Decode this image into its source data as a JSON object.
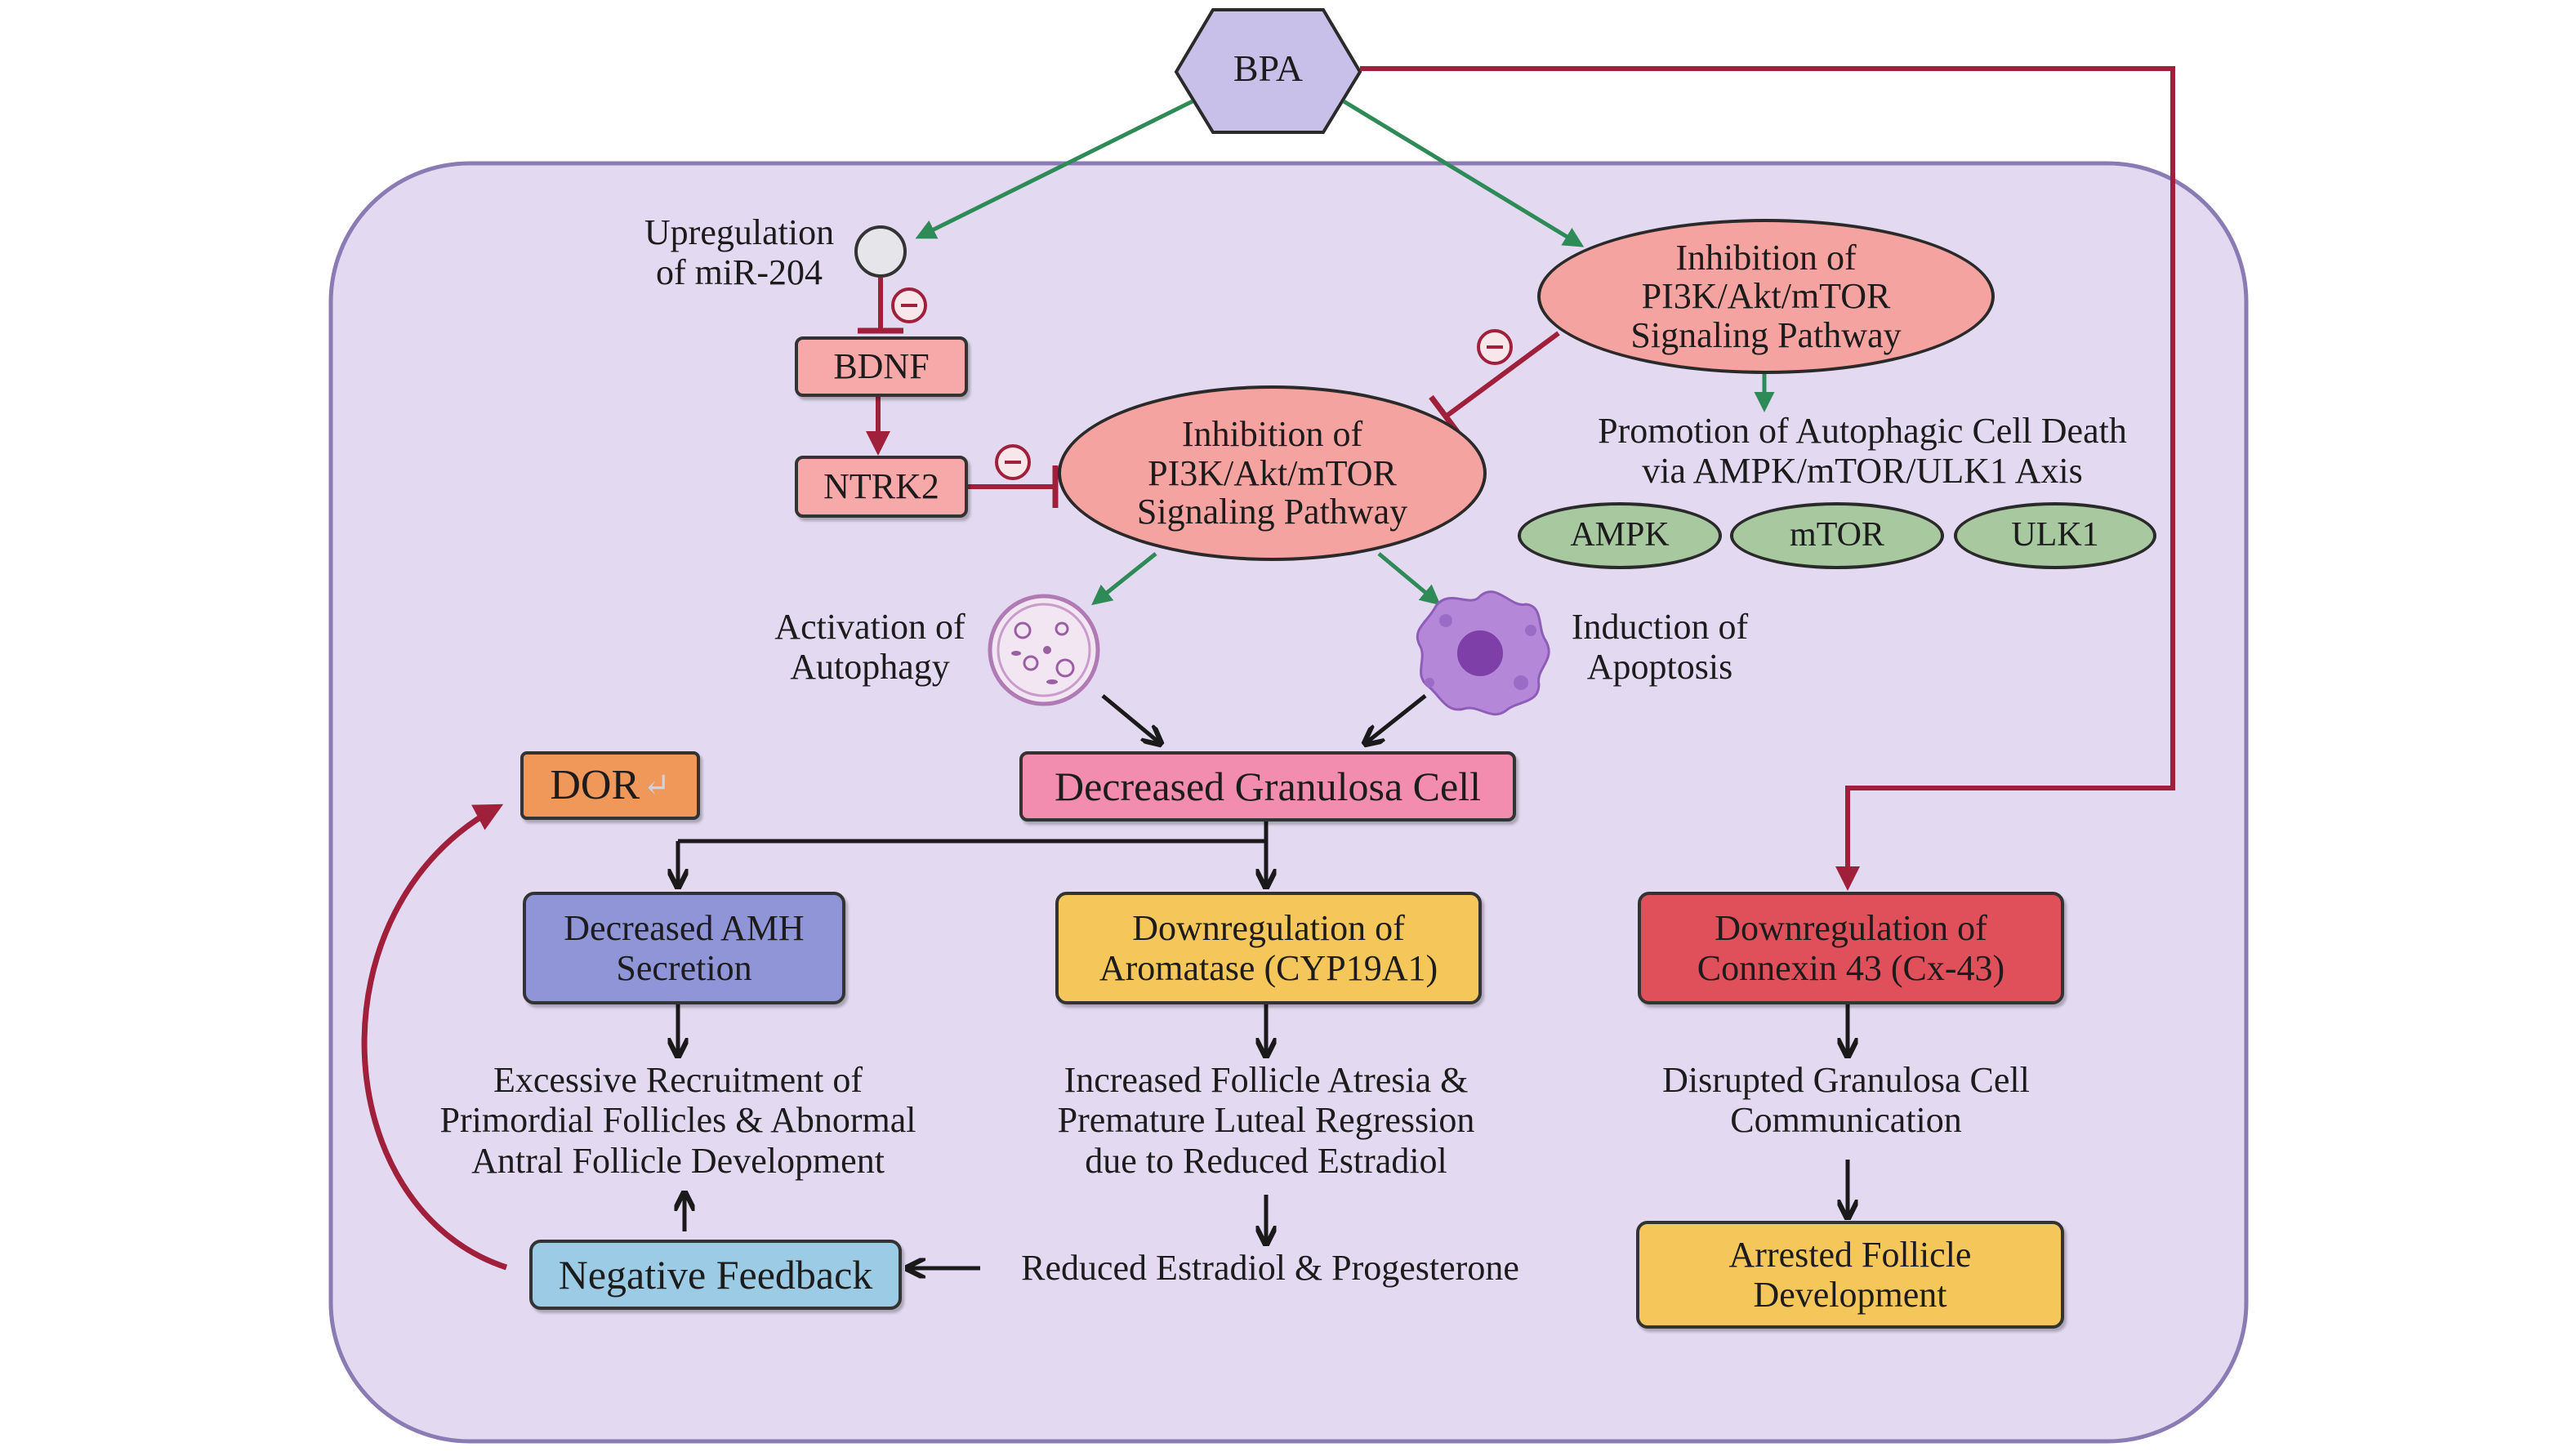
{
  "diagram": {
    "bpa": "BPA",
    "mir204": "Upregulation\nof miR-204",
    "bdnf": "BDNF",
    "ntrk2": "NTRK2",
    "pi3k_top": "Inhibition of\nPI3K/Akt/mTOR\nSignaling Pathway",
    "pi3k_mid": "Inhibition of\nPI3K/Akt/mTOR\nSignaling Pathway",
    "autophagic_death": "Promotion of Autophagic Cell Death\nvia AMPK/mTOR/ULK1 Axis",
    "ampk": "AMPK",
    "mtor": "mTOR",
    "ulk1": "ULK1",
    "autophagy": "Activation of\nAutophagy",
    "apoptosis": "Induction of\nApoptosis",
    "dor": "DOR",
    "dor_mark": "↵",
    "granulosa": "Decreased Granulosa Cell",
    "amh": "Decreased AMH\nSecretion",
    "aromatase": "Downregulation of\nAromatase (CYP19A1)",
    "connexin": "Downregulation of\nConnexin 43 (Cx-43)",
    "recruitment": "Excessive Recruitment of\nPrimordial Follicles & Abnormal\nAntral Follicle Development",
    "atresia": "Increased Follicle Atresia &\nPremature Luteal Regression\ndue to Reduced Estradiol",
    "communication": "Disrupted Granulosa Cell\nCommunication",
    "feedback": "Negative Feedback",
    "estradiol": "Reduced Estradiol & Progesterone",
    "arrested": "Arrested Follicle\nDevelopment",
    "inhibit_symbol": "⊖"
  },
  "colors": {
    "cell_fill": "#e3daf1",
    "cell_border": "#8a7bb4",
    "green_arrow": "#2e8b57",
    "red_arrow": "#a0203c",
    "black_arrow": "#1a1a1a",
    "pink": "#f7a8a8",
    "salmon_ellipse": "#f5a3a0",
    "sage": "#a8c8a0",
    "orange": "#f0975a",
    "granulosa_pink": "#f28db0",
    "amh_blue": "#8f95d6",
    "yellow": "#f5c75a",
    "red_box": "#e0505a",
    "light_blue": "#9ccbe6",
    "bpa_fill": "#c9c0ea"
  },
  "icons": [
    "autophagy-cell-icon",
    "apoptosis-cell-icon",
    "mirna-circle-icon"
  ]
}
